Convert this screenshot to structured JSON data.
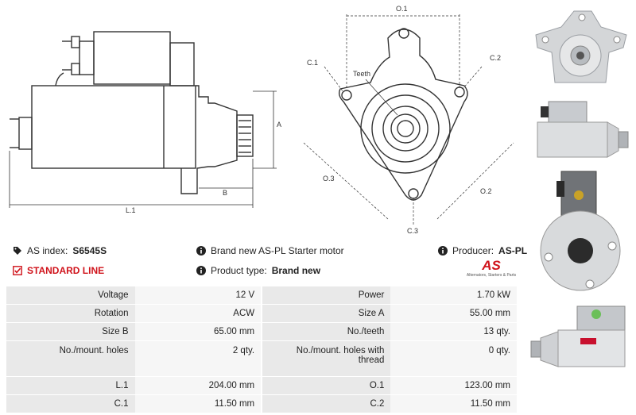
{
  "drawing_labels": {
    "o1": "O.1",
    "c1": "C.1",
    "c2": "C.2",
    "c3": "C.3",
    "teeth": "Teeth",
    "o2": "O.2",
    "o3": "O.3",
    "a": "A",
    "b": "B",
    "l1": "L.1"
  },
  "info": {
    "as_index_label": "AS index:",
    "as_index_value": "S6545S",
    "description": "Brand new AS-PL Starter motor",
    "producer_label": "Producer:",
    "producer_value": "AS-PL",
    "line": "STANDARD LINE",
    "product_type_label": "Product type:",
    "product_type_value": "Brand new",
    "logo_text": "AS",
    "logo_tagline": "Alternators, Starters & Parts"
  },
  "specs": [
    {
      "k1": "Voltage",
      "v1": "12 V",
      "k2": "Power",
      "v2": "1.70 kW"
    },
    {
      "k1": "Rotation",
      "v1": "ACW",
      "k2": "Size A",
      "v2": "55.00 mm"
    },
    {
      "k1": "Size B",
      "v1": "65.00 mm",
      "k2": "No./teeth",
      "v2": "13 qty."
    },
    {
      "k1": "No./mount. holes",
      "v1": "2 qty.",
      "k2": "No./mount. holes with thread",
      "v2": "0 qty."
    },
    {
      "k1": "L.1",
      "v1": "204.00 mm",
      "k2": "O.1",
      "v2": "123.00 mm"
    },
    {
      "k1": "C.1",
      "v1": "11.50 mm",
      "k2": "C.2",
      "v2": "11.50 mm"
    }
  ],
  "colors": {
    "accent_red": "#d0131b",
    "key_cell": "#e9e9e9",
    "value_cell": "#f6f6f6"
  }
}
